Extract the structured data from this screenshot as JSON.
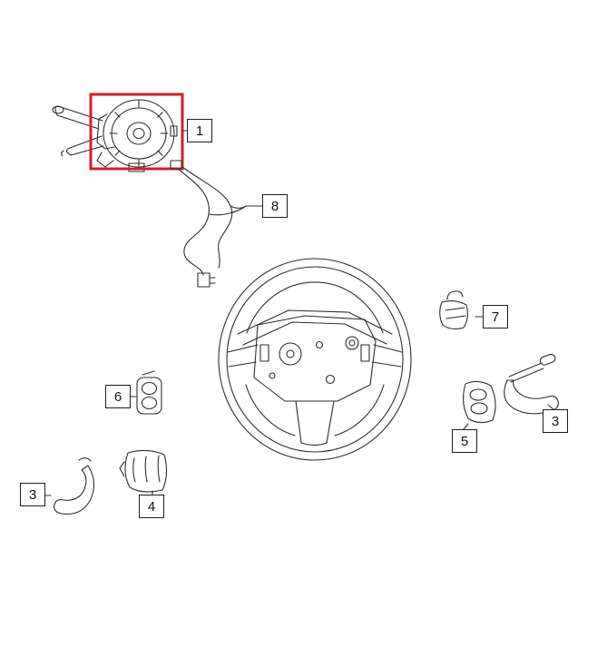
{
  "diagram": {
    "colors": {
      "background": "#ffffff",
      "line": "#2e2e2e",
      "highlight": "#d21f26"
    },
    "highlighted_callout": "1",
    "callouts": [
      {
        "number": "1"
      },
      {
        "number": "8"
      },
      {
        "number": "7"
      },
      {
        "number": "6"
      },
      {
        "number": "3"
      },
      {
        "number": "5"
      },
      {
        "number": "3"
      },
      {
        "number": "4"
      }
    ]
  }
}
